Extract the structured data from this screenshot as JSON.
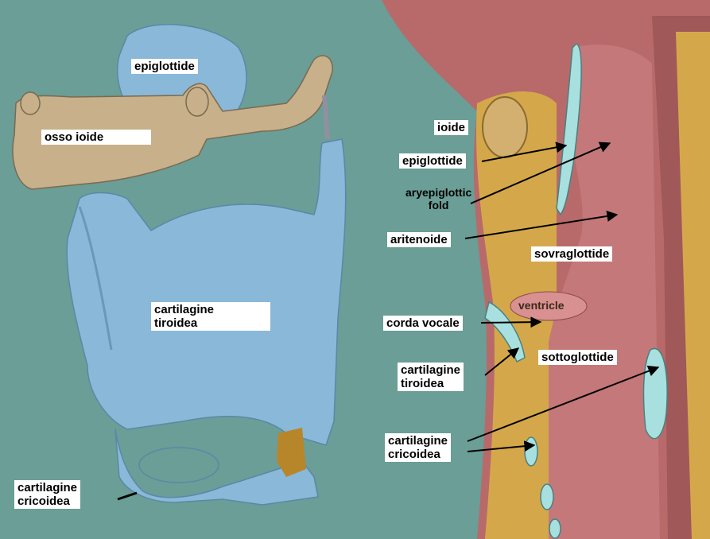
{
  "labels": {
    "epiglottide_left": "epiglottide",
    "osso_ioide": "osso ioide",
    "cartilagine_tiroidea_left": "cartilagine\ntiroidea",
    "cartilagine_cricoidea_left": "cartilagine\ncricoidea",
    "ioide": "ioide",
    "epiglottide_right": "epiglottide",
    "aryepiglottic_fold": "aryepiglottic\nfold",
    "aritenoide": "aritenoide",
    "sovraglottide": "sovraglottide",
    "ventricle": "ventricle",
    "corda_vocale": "corda vocale",
    "sottoglottide": "sottoglottide",
    "cartilagine_tiroidea_right": "cartilagine\ntiroidea",
    "cartilagine_cricoidea_right": "cartilagine\ncricoidea"
  },
  "colors": {
    "background": "#6a9e96",
    "cartilage_blue": "#8ab8d8",
    "bone": "#c7b08a",
    "muscle": "#b86a6a",
    "fat": "#d4a84a",
    "mucosa": "#c4787a",
    "cartilage_cyan": "#a8e0e0"
  }
}
